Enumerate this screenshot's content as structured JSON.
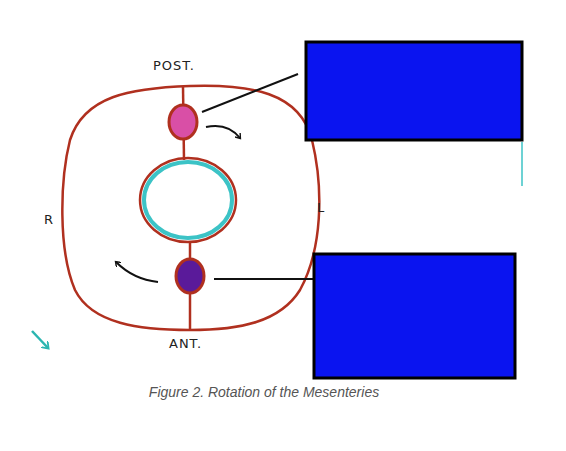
{
  "diagram": {
    "caption": "Figure 2. Rotation of the Mesenteries",
    "labels": [
      "POST.",
      "R",
      "L",
      "ANT."
    ]
  }
}
